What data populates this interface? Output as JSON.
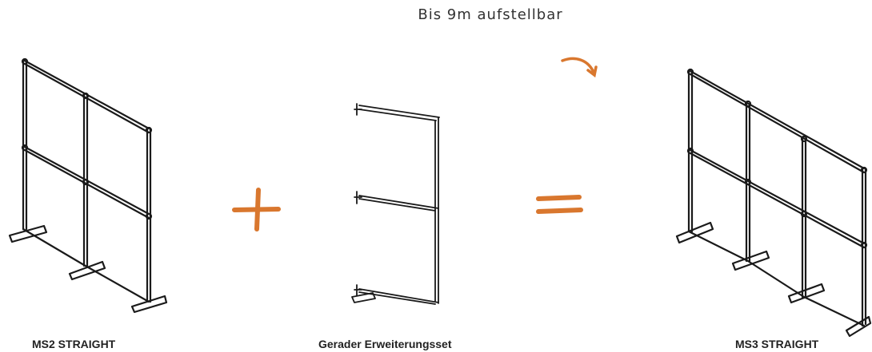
{
  "note": {
    "text": "Bis 9m aufstellbar"
  },
  "items": [
    {
      "label": "MS2 STRAIGHT"
    },
    {
      "label": "Gerader Erweiterungsset"
    },
    {
      "label": "MS3 STRAIGHT"
    }
  ],
  "operators": {
    "plus": "+",
    "equals": "="
  },
  "colors": {
    "accent": "#d9772e",
    "line": "#1a1a1a",
    "text": "#222222"
  },
  "icons": {
    "arrow": "curved-arrow-icon",
    "plus": "plus-icon",
    "equals": "equals-icon"
  }
}
